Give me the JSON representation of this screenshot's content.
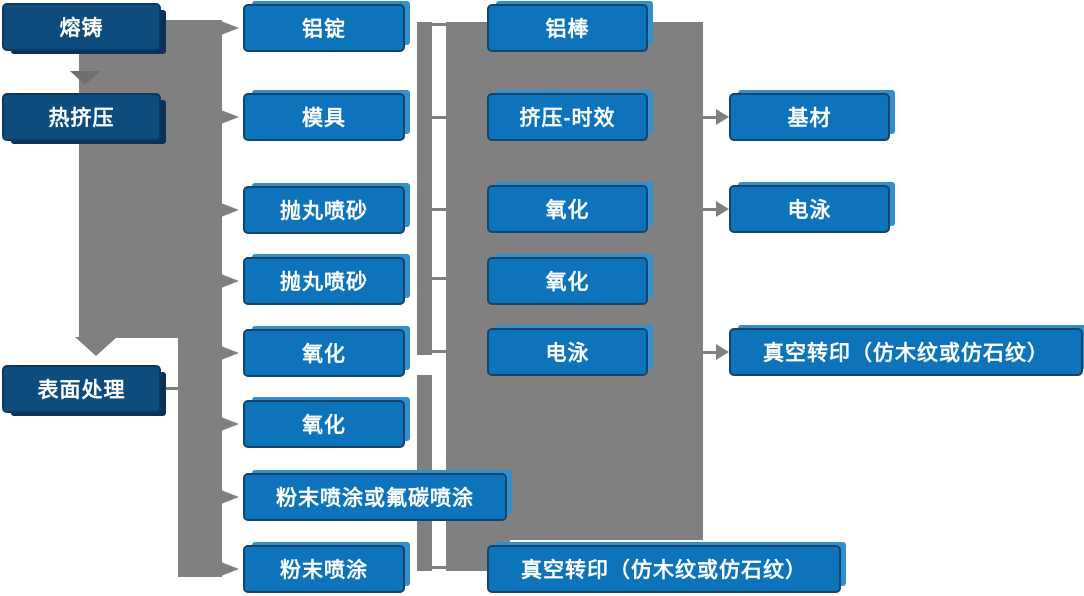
{
  "diagram_title": "aluminum-profile-production-process-flow",
  "colors": {
    "node_blue": "#0d73bb",
    "node_dark_blue": "#0e4c7d",
    "node_border": "#134469",
    "node_highlight": "#3390cf",
    "connector_gray": "#808080",
    "text": "#ffffff",
    "background": "#ffffff"
  },
  "nodes": [
    {
      "label": "熔铸"
    },
    {
      "label": "热挤压"
    },
    {
      "label": "表面处理"
    },
    {
      "label": "铝锭"
    },
    {
      "label": "模具"
    },
    {
      "label": "抛丸喷砂"
    },
    {
      "label": "抛丸喷砂"
    },
    {
      "label": "氧化"
    },
    {
      "label": "氧化"
    },
    {
      "label": "粉末喷涂或氟碳喷涂"
    },
    {
      "label": "粉末喷涂"
    },
    {
      "label": "铝棒"
    },
    {
      "label": "挤压-时效"
    },
    {
      "label": "氧化"
    },
    {
      "label": "氧化"
    },
    {
      "label": "电泳"
    },
    {
      "label": "真空转印（仿木纹或仿石纹）"
    },
    {
      "label": "基材"
    },
    {
      "label": "电泳"
    },
    {
      "label": "真空转印（仿木纹或仿石纹）"
    }
  ]
}
